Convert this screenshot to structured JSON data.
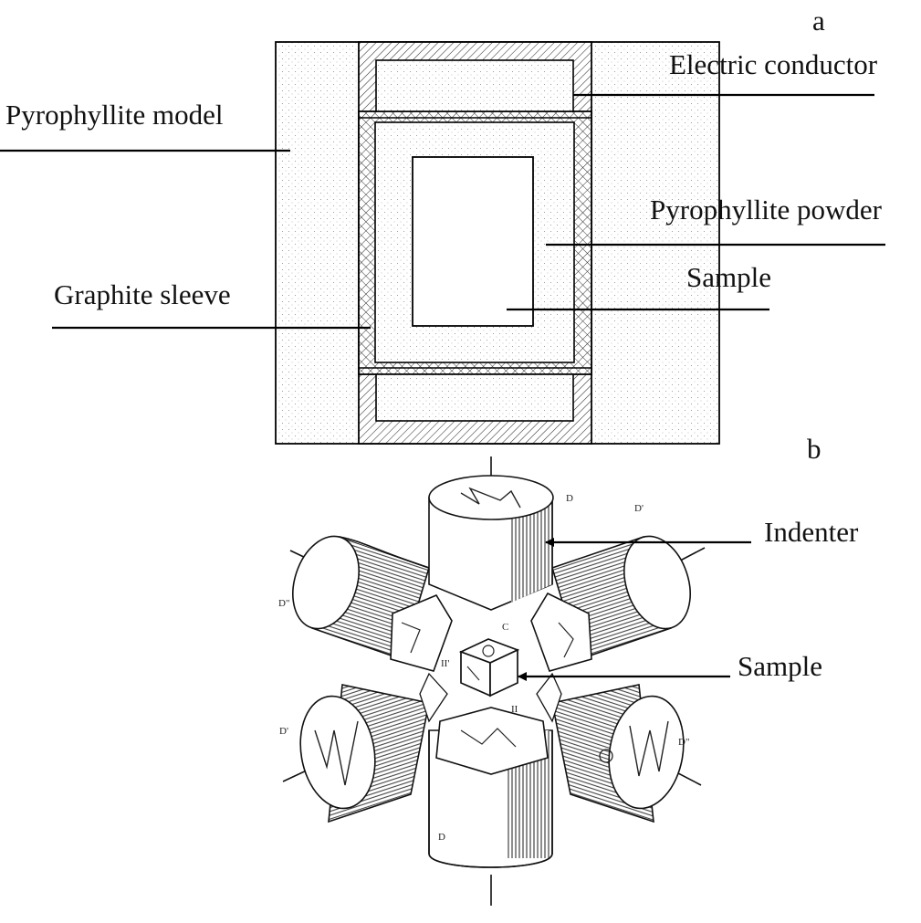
{
  "panel_a": {
    "letter": "a",
    "labels": {
      "pyrophyllite_model": "Pyrophyllite model",
      "electric_conductor": "Electric conductor",
      "pyrophyllite_powder": "Pyrophyllite powder",
      "graphite_sleeve": "Graphite sleeve",
      "sample": "Sample"
    }
  },
  "panel_b": {
    "letter": "b",
    "labels": {
      "indenter": "Indenter",
      "sample": "Sample"
    },
    "tiny_marks": {
      "d": "D",
      "d_prime": "D'",
      "d_double": "D\"",
      "roman_ii": "II",
      "roman_ii_prime": "II'",
      "c": "C"
    }
  }
}
